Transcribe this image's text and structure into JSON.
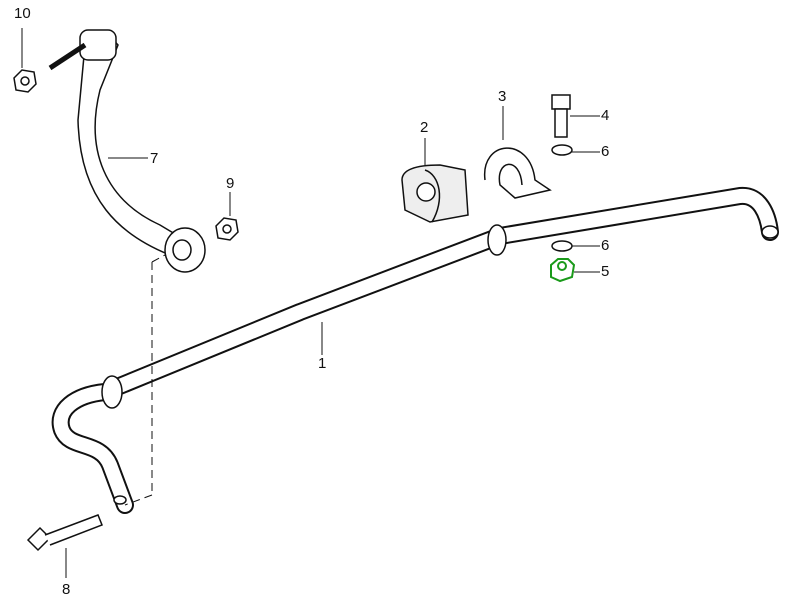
{
  "diagram": {
    "highlight_color": "#1a9a1a",
    "callouts": [
      {
        "id": "p10",
        "text": "10"
      },
      {
        "id": "p7",
        "text": "7"
      },
      {
        "id": "p9",
        "text": "9"
      },
      {
        "id": "p2",
        "text": "2"
      },
      {
        "id": "p3",
        "text": "3"
      },
      {
        "id": "p4",
        "text": "4"
      },
      {
        "id": "p6a",
        "text": "6"
      },
      {
        "id": "p6b",
        "text": "6"
      },
      {
        "id": "p5",
        "text": "5"
      },
      {
        "id": "p1",
        "text": "1"
      },
      {
        "id": "p8",
        "text": "8"
      }
    ]
  }
}
